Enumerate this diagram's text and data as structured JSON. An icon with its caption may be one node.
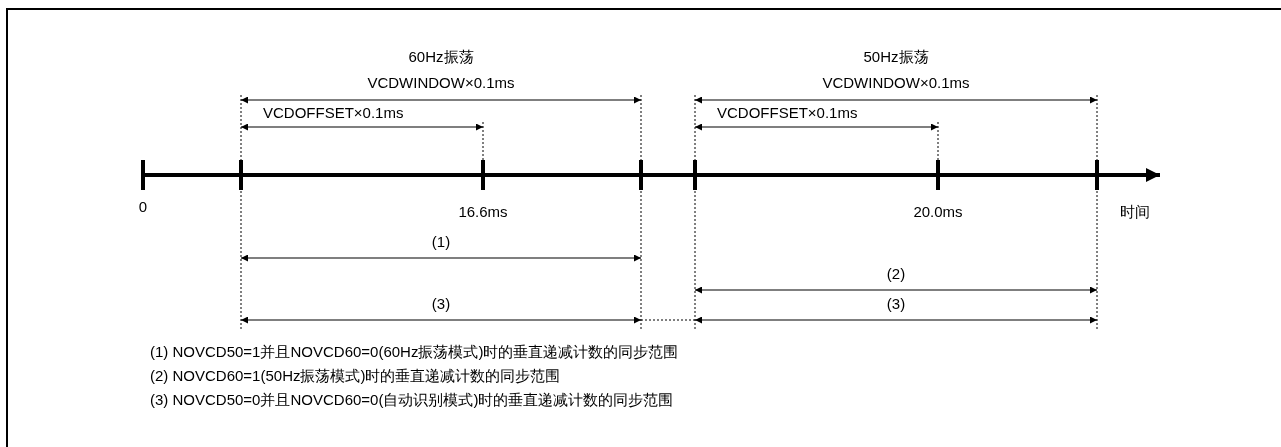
{
  "diagram": {
    "labels": [
      "60Hz振荡",
      "VCDWINDOW×0.1ms",
      "VCDOFFSET×0.1ms",
      "50Hz振荡",
      "VCDWINDOW×0.1ms",
      "VCDOFFSET×0.1ms",
      "0",
      "16.6ms",
      "20.0ms",
      "时间",
      "(1)",
      "(2)",
      "(3)",
      "(3)",
      "(1)  NOVCD50=1并且NOVCD60=0(60Hz振荡模式)时的垂直递减计数的同步范围",
      "(2)  NOVCD60=1(50Hz振荡模式)时的垂直递减计数的同步范围",
      "(3)  NOVCD50=0并且NOVCD60=0(自动识别模式)时的垂直递减计数的同步范围"
    ]
  }
}
